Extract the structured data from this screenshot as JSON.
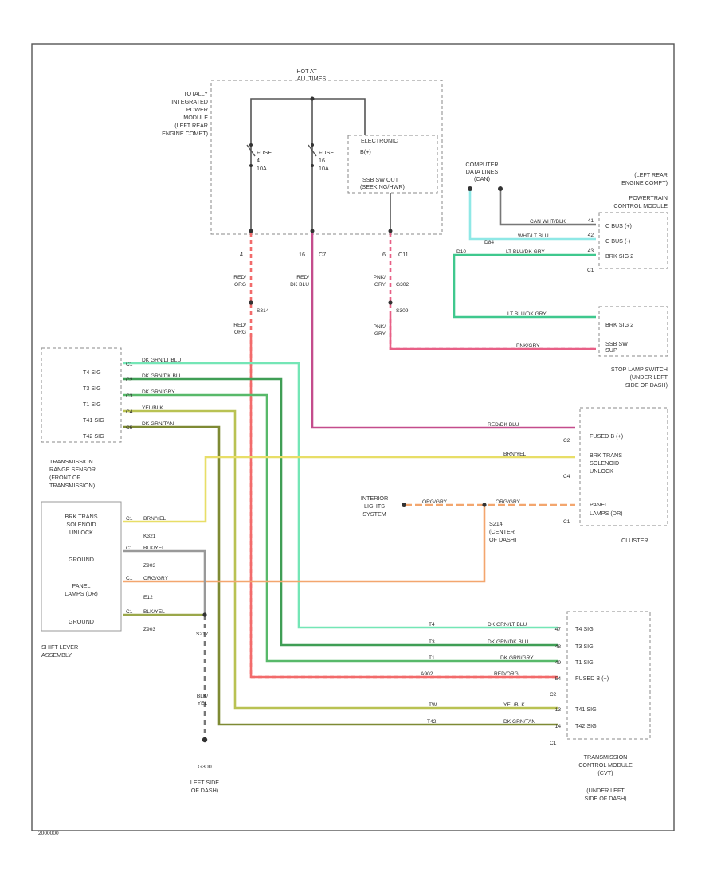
{
  "colors": {
    "red": "#f26b6b",
    "pink": "#e85f86",
    "magenta": "#c44c8c",
    "mint": "#74e6b6",
    "teal": "#3fc88e",
    "green": "#3f9e55",
    "yellow": "#e8de67",
    "lime": "#b9c253",
    "olive": "#7e8a34",
    "orange": "#f3a66e",
    "cyan": "#8fe8e6"
  },
  "header": {
    "hot_at_1": "HOT AT",
    "hot_at_2": "ALL TIMES"
  },
  "tipm": {
    "lines": [
      "TOTALLY",
      "INTEGRATED",
      "POWER",
      "MODULE",
      "(LEFT REAR",
      "ENGINE COMPT)"
    ],
    "fuse_a": {
      "name": "FUSE",
      "num": "4",
      "amps": "10A"
    },
    "fuse_b": {
      "name": "FUSE",
      "num": "16",
      "amps": "10A"
    },
    "relay_title": "ELECTRONIC",
    "relay_bplus": "B(+)",
    "relay_out_1": "SSB SW OUT",
    "relay_out_2": "(SEEKING/HWR)"
  },
  "pins": {
    "tipm_4": "4",
    "tipm_16": "16",
    "tipm_c7": "C7",
    "tipm_6": "6",
    "tipm_c11": "C11",
    "splice_s314": "S314",
    "splice_s309": "S309",
    "conn_g302": "G302"
  },
  "wires": {
    "red_org_1": "RED/",
    "red_org_2": "ORG",
    "red_org_b1": "RED/",
    "red_org_b2": "ORG",
    "red_blu_1": "RED/",
    "red_blu_2": "DK BLU",
    "pnk_gry_1": "PNK/",
    "pnk_gry_2": "GRY",
    "pnk_gry_b1": "PNK/",
    "pnk_gry_b2": "GRY",
    "can_wht_blk": "CAN WHT/BLK",
    "can_wht_blu": "WHT/LT BLU",
    "can_lbl": "D84",
    "pcm_lt_blu": "LT BLU/DK GRY",
    "d10": "D10",
    "sl_lt_blu": "LT BLU/DK GRY",
    "sl_pnk": "PNK/GRY",
    "t4_dk_grn": "DK GRN/LT BLU",
    "t3_dk_grn": "DK GRN/DK BLU",
    "t1_dk_grn": "DK GRN/GRY",
    "tw_yel": "YEL/BLK",
    "tb_dk_grn": "DK GRN/TAN",
    "cl_red": "RED/DK BLU",
    "cl_brn": "BRN/YEL",
    "ils_org": "ORG/GRY",
    "ils_org_2": "ORG/GRY",
    "sh_brn": "BRN/YEL",
    "sh_code_1": "K321",
    "sh_blk": "BLK/YEL",
    "sh_code_2": "Z903",
    "sh_org": "ORG/GRY",
    "sh_code_3": "E12",
    "sh_blk2": "BLK/YEL",
    "sh_code_4": "Z903",
    "g_blk_1": "BLK/",
    "g_blk_2": "YEL",
    "t4_lbl": "T4",
    "t3_lbl": "T3",
    "t1_lbl": "T1",
    "tcm_red": "RED/ORG",
    "tcm_a902": "A902",
    "tw_lbl": "TW",
    "tb_lbl": "T42",
    "t4_tcm": "DK GRN/LT BLU",
    "t3_tcm": "DK GRN/DK BLU",
    "t1_tcm": "DK GRN/GRY",
    "tw_tcm": "YEL/BLK",
    "tb_tcm": "DK GRN/TAN"
  },
  "pcm": {
    "comp_1": "COMPUTER",
    "comp_2": "DATA LINES",
    "comp_3": "(CAN)",
    "lines": [
      "(LEFT REAR",
      "ENGINE COMPT)",
      "POWERTRAIN",
      "CONTROL MODULE"
    ],
    "pin_c_bus_pos": "C BUS (+)",
    "pin_c_bus_neg": "C BUS (-)",
    "pin_brk2": "BRK SIG 2",
    "pin_41": "41",
    "pin_42": "42",
    "pin_43": "43",
    "c1": "C1"
  },
  "stop_lamp": {
    "pin_brk2": "BRK SIG 2",
    "pin_ssb": "SSB SW",
    "pin_ssb_2": "SUP",
    "lines": [
      "STOP LAMP SWITCH",
      "(UNDER LEFT",
      "SIDE OF DASH)"
    ]
  },
  "trs": {
    "t4": "T4 SIG",
    "t3": "T3 SIG",
    "t1": "T1 SIG",
    "tw": "T41 SIG",
    "tb": "T42 SIG",
    "pins": [
      "C1",
      "C2",
      "C3",
      "C4",
      "C5"
    ],
    "lines": [
      "TRANSMISSION",
      "RANGE SENSOR",
      "(FRONT OF",
      "TRANSMISSION)"
    ]
  },
  "shifter": {
    "pin_brk_1": "BRK TRANS",
    "pin_brk_2": "SOLENOID",
    "pin_brk_3": "UNLOCK",
    "pin_gnd": "GROUND",
    "pin_panel_1": "PANEL",
    "pin_panel_2": "LAMPS (DR)",
    "pin_gnd2": "GROUND",
    "pins": [
      "C1",
      "C1",
      "C1",
      "C1"
    ],
    "lines": [
      "SHIFT LEVER",
      "ASSEMBLY"
    ]
  },
  "cluster": {
    "pin_fused": "FUSED B (+)",
    "pin_brk_1": "BRK TRANS",
    "pin_brk_2": "SOLENOID",
    "pin_brk_3": "UNLOCK",
    "pin_panel_1": "PANEL",
    "pin_panel_2": "LAMPS (DR)",
    "c2": "C2",
    "c4": "C4",
    "c1": "C1",
    "title": "CLUSTER"
  },
  "ils": {
    "lines": [
      "INTERIOR",
      "LIGHTS",
      "SYSTEM"
    ],
    "splice": "S214",
    "s_lines": [
      "(CENTER",
      "OF DASH)"
    ]
  },
  "ground": {
    "splice": "S217",
    "g_lbl": "G300",
    "lines": [
      "LEFT SIDE",
      "OF DASH)"
    ]
  },
  "tcm": {
    "pin_t4": "T4 SIG",
    "pin_t3": "T3 SIG",
    "pin_t1": "T1 SIG",
    "pin_fused": "FUSED B (+)",
    "pin_tw": "T41 SIG",
    "pin_tb": "T42 SIG",
    "pin_n1": "47",
    "pin_n2": "48",
    "pin_n3": "49",
    "pin_n4": "54",
    "pin_n5": "13",
    "pin_n6": "14",
    "c2": "C2",
    "c1": "C1",
    "lines": [
      "TRANSMISSION",
      "CONTROL MODULE",
      "(CVT)",
      "(UNDER LEFT",
      "SIDE OF DASH)"
    ]
  },
  "footer": {
    "code": "2000000"
  }
}
